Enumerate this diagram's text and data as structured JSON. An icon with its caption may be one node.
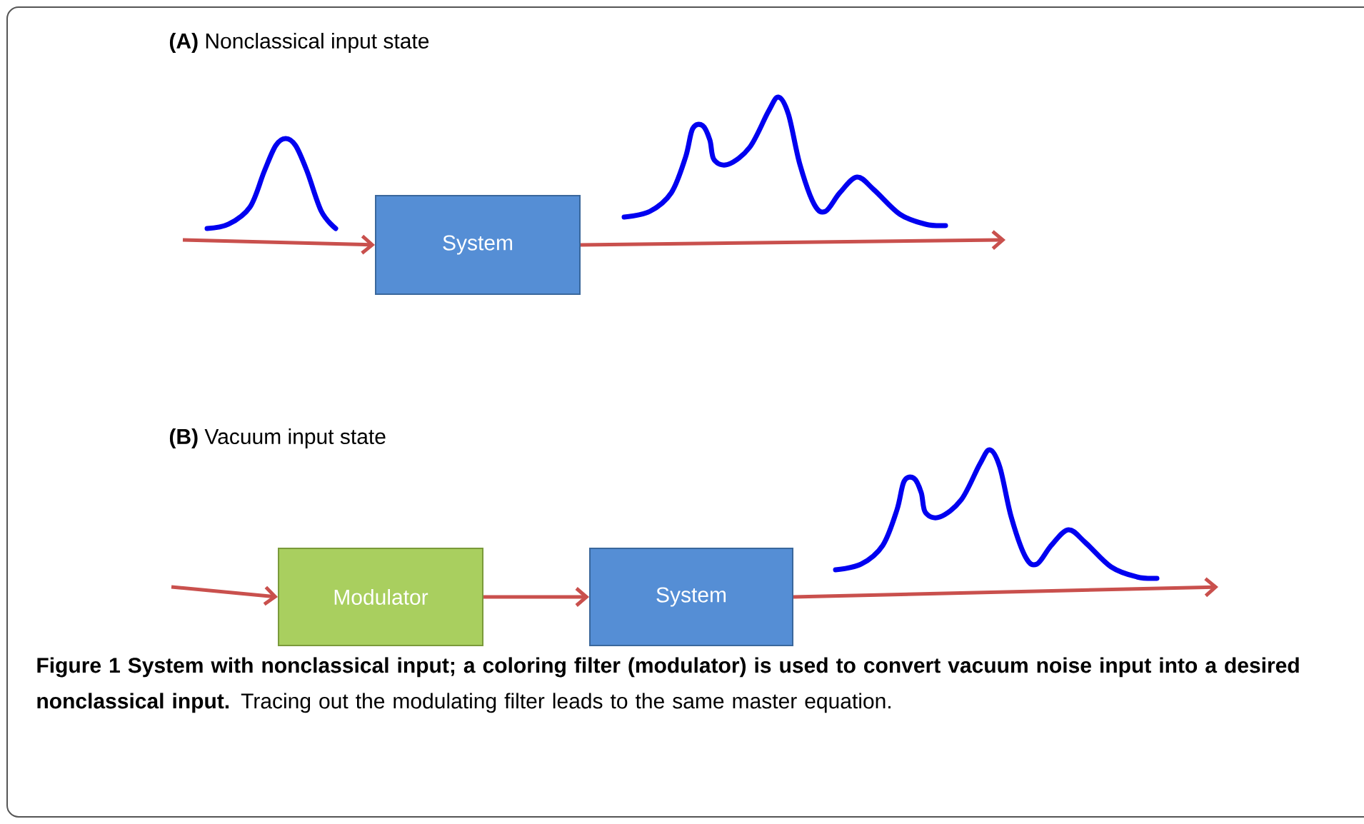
{
  "diagram": {
    "caption": "**Figure 1  System with nonclassical input; a coloring filter (modulator) is used to convert vacuum noise input into a desired nonclassical input.** Tracing out the modulating filter leads to the same master equation.",
    "nodes": [
      {
        "text": [
          "System"
        ]
      },
      {
        "text": [
          "Modulator"
        ]
      },
      {
        "text": [
          "System"
        ]
      }
    ],
    "edges": [
      {
        "from": null,
        "to": 0,
        "arrow": "to"
      },
      {
        "from": 0,
        "to": null,
        "arrow": "to"
      },
      {
        "from": null,
        "to": 1,
        "arrow": "to"
      },
      {
        "from": 1,
        "to": 2,
        "arrow": "to"
      },
      {
        "from": 2,
        "to": null,
        "arrow": "to"
      }
    ],
    "labels": [
      "**(A)**  Nonclassical input state",
      "**(B)**  Vacuum input state"
    ]
  }
}
